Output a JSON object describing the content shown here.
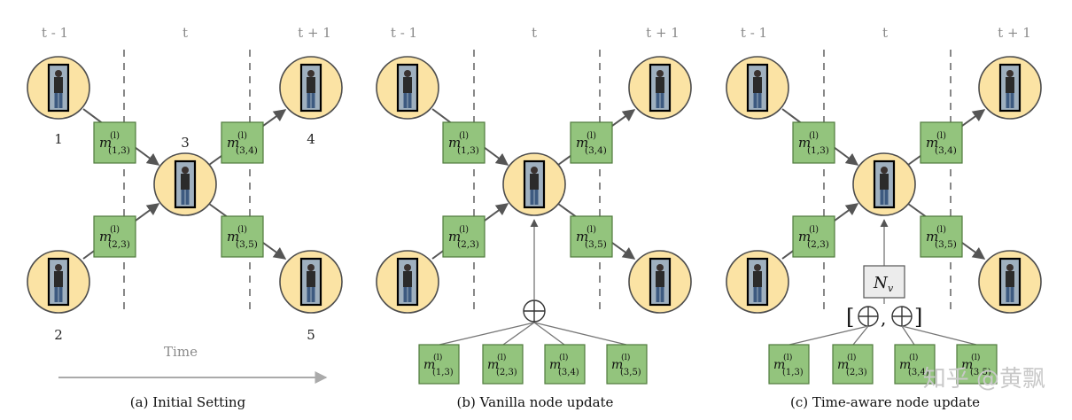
{
  "panels": [
    {
      "id": "a",
      "caption": "(a) Initial Setting",
      "time_labels": [
        "t - 1",
        "t",
        "t + 1"
      ],
      "node_numbers": [
        "1",
        "2",
        "3",
        "4",
        "5"
      ],
      "message_labels": [
        "(1,3)",
        "(2,3)",
        "(3,4)",
        "(3,5)"
      ],
      "arrow_label": "Time"
    },
    {
      "id": "b",
      "caption": "(b) Vanilla node update",
      "time_labels": [
        "t - 1",
        "t",
        "t + 1"
      ],
      "message_labels": [
        "(1,3)",
        "(2,3)",
        "(3,4)",
        "(3,5)"
      ],
      "aggregated_labels": [
        "(1,3)",
        "(2,3)",
        "(3,4)",
        "(3,5)"
      ],
      "aggregator": "⊕"
    },
    {
      "id": "c",
      "caption": "(c) Time-aware node update",
      "time_labels": [
        "t - 1",
        "t",
        "t + 1"
      ],
      "message_labels": [
        "(1,3)",
        "(2,3)",
        "(3,4)",
        "(3,5)"
      ],
      "aggregated_labels": [
        "(1,3)",
        "(2,3)",
        "(3,4)",
        "(3,5)"
      ],
      "aggregator": "[⊕,⊕]",
      "mlp_label": "N",
      "mlp_subscript": "v"
    }
  ],
  "message_symbol": "m",
  "message_superscript": "(l)",
  "watermark": "知乎 @黄飘",
  "colors": {
    "node_fill": "#fbe3a4",
    "node_stroke": "#4d4d4d",
    "message_fill": "#93c47d",
    "message_stroke": "#4f7a3d",
    "edge": "#555555",
    "divider": "#888888"
  }
}
